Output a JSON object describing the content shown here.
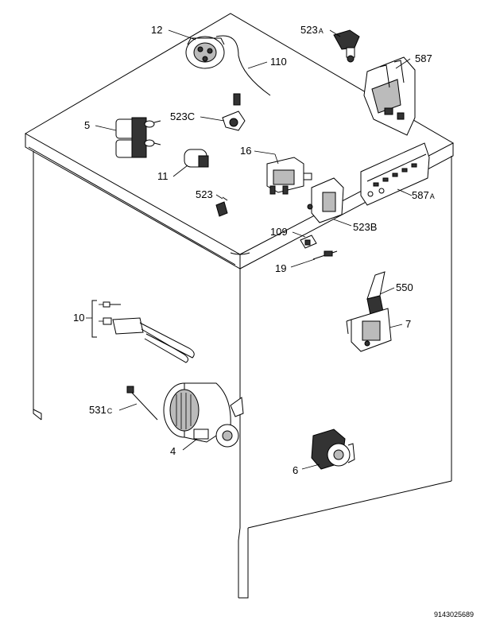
{
  "diagram": {
    "labels": {
      "p12": "12",
      "p110": "110",
      "p523A": "523",
      "p523A_suffix": "A",
      "p587": "587",
      "p5": "5",
      "p523C": "523C",
      "p16": "16",
      "p11": "11",
      "p587A": "587",
      "p587A_suffix": "A",
      "p523": "523",
      "p523B": "523B",
      "p109": "109",
      "p19": "19",
      "p550": "550",
      "p10": "10",
      "p7": "7",
      "p531C": "531",
      "p531C_suffix": "C",
      "p4": "4",
      "p6": "6"
    },
    "document_code": "9143025689"
  }
}
